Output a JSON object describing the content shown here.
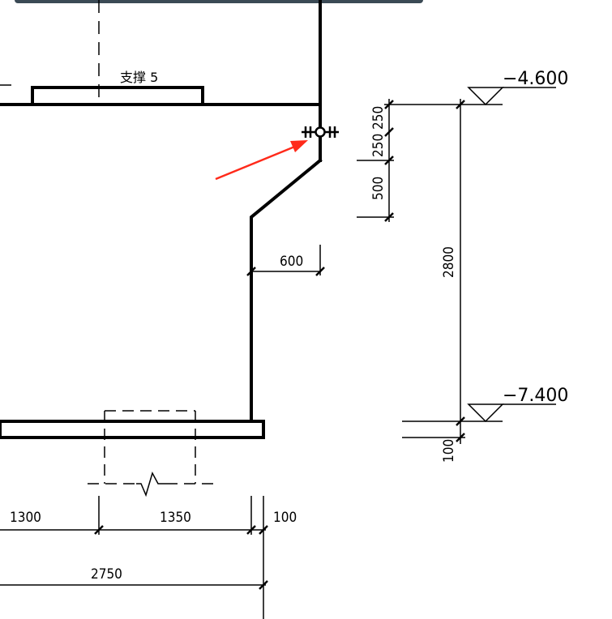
{
  "labels": {
    "support": "支撑 5"
  },
  "levels": {
    "top": "−4.600",
    "bottom": "−7.400"
  },
  "dimensions": {
    "d_600": "600",
    "d_250a": "250",
    "d_250b": "250",
    "d_500": "500",
    "d_2800": "2800",
    "d_100_right": "100",
    "d_1300": "1300",
    "d_1350": "1350",
    "d_100_bottom": "100",
    "d_2750": "2750"
  },
  "colors": {
    "line": "#000000",
    "arrow": "#ff2a1a",
    "header_bar": "#3b4a55"
  }
}
